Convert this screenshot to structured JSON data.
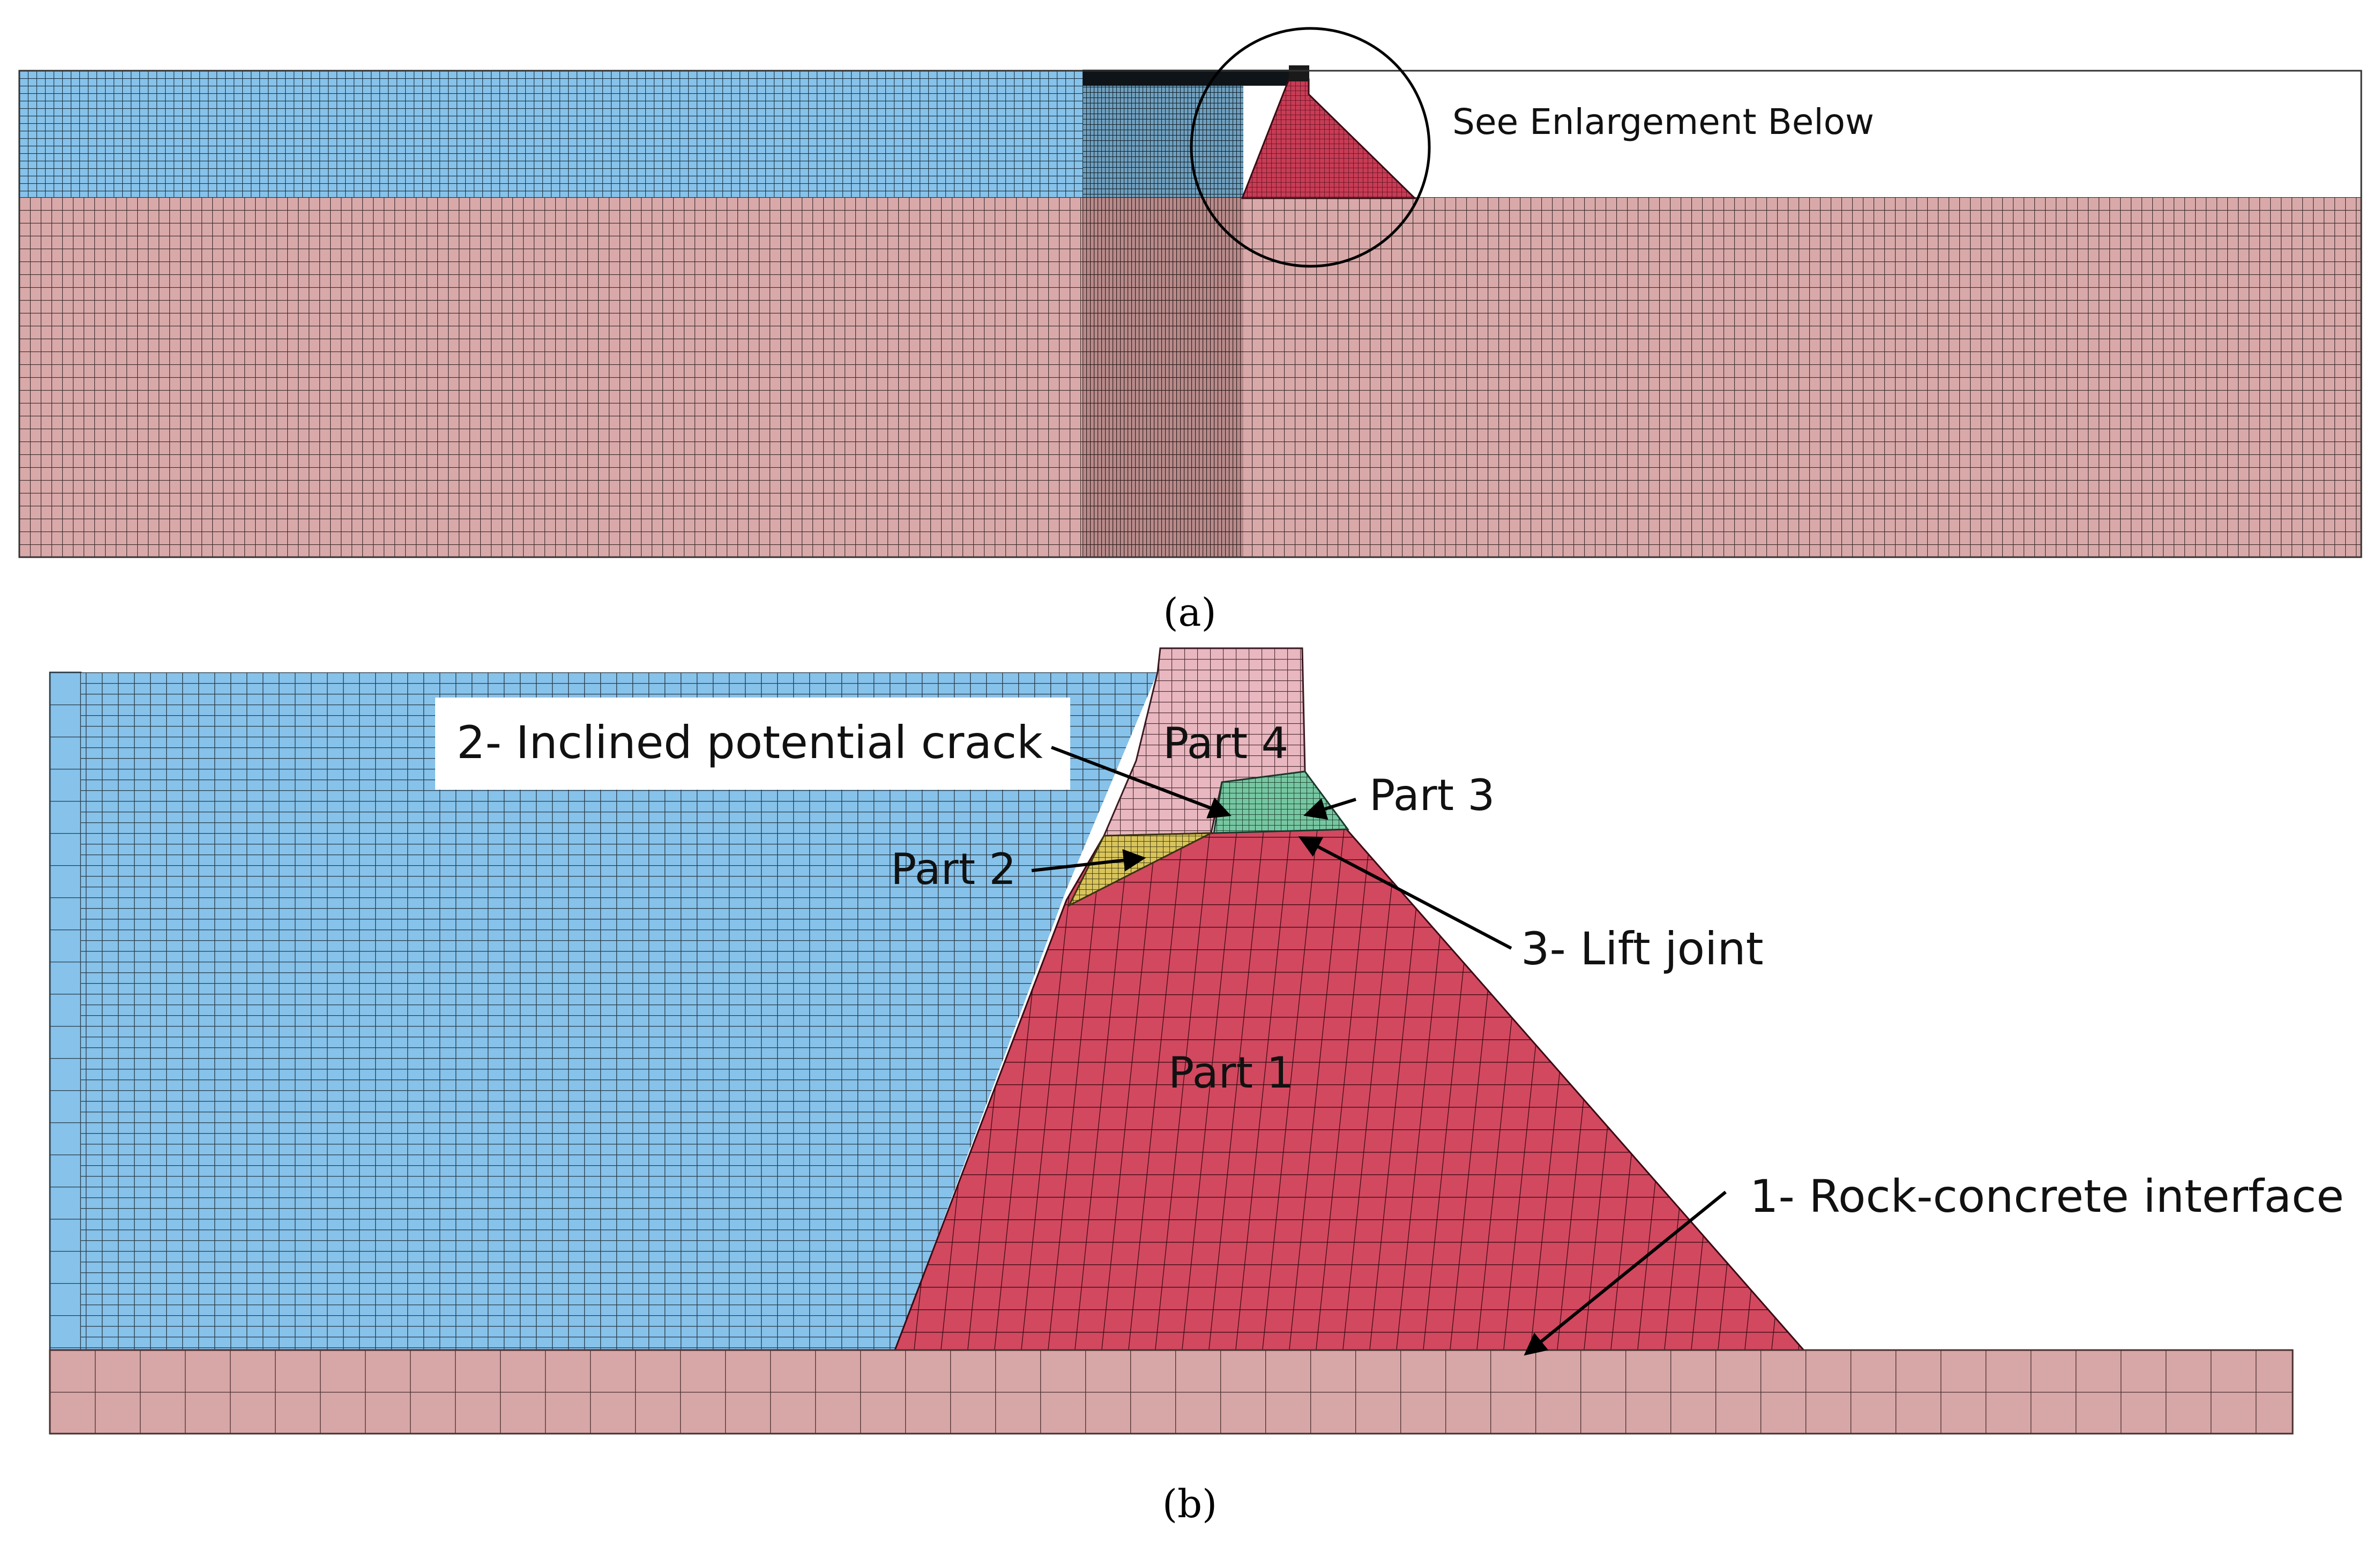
{
  "panel_a": {
    "enlargement_note": "See Enlargement Below",
    "caption": "(a)"
  },
  "panel_b": {
    "labels": {
      "part1": "Part 1",
      "part2": "Part 2",
      "part3": "Part 3",
      "part4": "Part 4",
      "crack": "2- Inclined potential crack",
      "lift_joint": "3- Lift joint",
      "interface": "1- Rock-concrete interface"
    },
    "caption": "(b)"
  },
  "colors": {
    "reservoir": "#7fbfe8",
    "foundation": "#d7a6a6",
    "dam_body": "#d2485f",
    "dam_crest": "#e8b7c0",
    "part2": "#d8c45a",
    "part3": "#76c7a1",
    "mesh_line": "#1a2a33"
  }
}
